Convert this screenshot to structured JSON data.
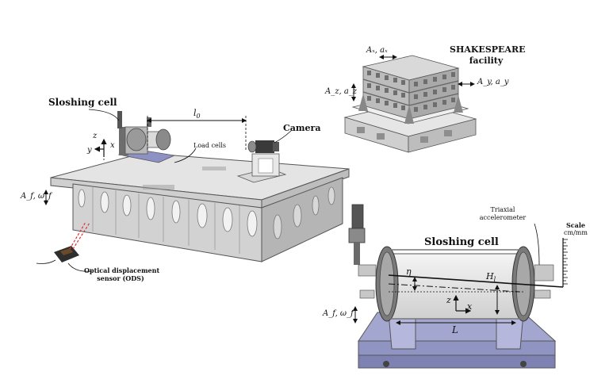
{
  "labels": {
    "shakespeare_line1": "SHAKESPEARE",
    "shakespeare_line2": "facility",
    "sloshing_cell_top": "Sloshing cell",
    "sloshing_cell_main": "Sloshing cell",
    "camera": "Camera",
    "load_cells": "Load cells",
    "ods_line1": "Optical displacement",
    "ods_line2": "sensor (ODS)",
    "triaxial_line1": "Triaxial",
    "triaxial_line2": "accelerometer",
    "scale_line1": "Scale",
    "scale_line2": "cm/mm"
  },
  "math": {
    "l0": "l",
    "l0_sub": "0",
    "Ax_ax": "Aₓ, aₓ",
    "Ay_ay": "A_y, a_y",
    "Az_az": "A_z, a_z",
    "Af_wf_left": "A_f, ω_f",
    "Af_wf_right": "A_f, ω_f",
    "eta": "η",
    "H1": "H",
    "H1_sub": "l",
    "z": "z",
    "x": "x",
    "y": "y",
    "L": "L"
  },
  "colors": {
    "platform_top": "#e4e4e4",
    "platform_side": "#c9c9c9",
    "platform_dark": "#9a9a9a",
    "base_purple": "#9c9fc9",
    "base_purple_dark": "#7f83b3",
    "cylinder": "#e9e9e9",
    "flange": "#6d6d6d",
    "laser": "#e03030",
    "outline": "#444444"
  }
}
